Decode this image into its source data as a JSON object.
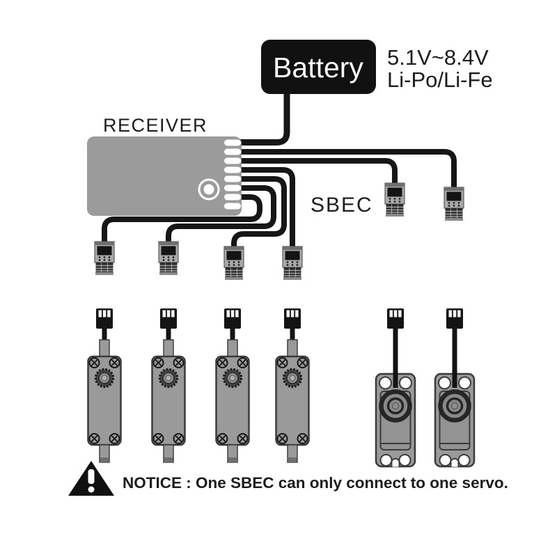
{
  "battery": {
    "label": "Battery",
    "voltage_line1": "5.1V~8.4V",
    "voltage_line2": "Li-Po/Li-Fe"
  },
  "receiver": {
    "label": "RECEIVER",
    "pin_count": 8
  },
  "sbec": {
    "label": "SBEC",
    "unit_count": 2
  },
  "servo_connectors": {
    "count": 4
  },
  "servos": {
    "small_count": 4,
    "large_count": 2
  },
  "notice": {
    "icon": "warning-triangle-icon",
    "text": "NOTICE : One SBEC can only connect to one servo."
  },
  "colors": {
    "wire": "#161616",
    "battery_bg": "#111111",
    "battery_text": "#ffffff",
    "receiver_gray": "#9b9b9b",
    "servo_gray": "#9a9a9a",
    "text": "#1c1c1c",
    "background": "#ffffff"
  }
}
